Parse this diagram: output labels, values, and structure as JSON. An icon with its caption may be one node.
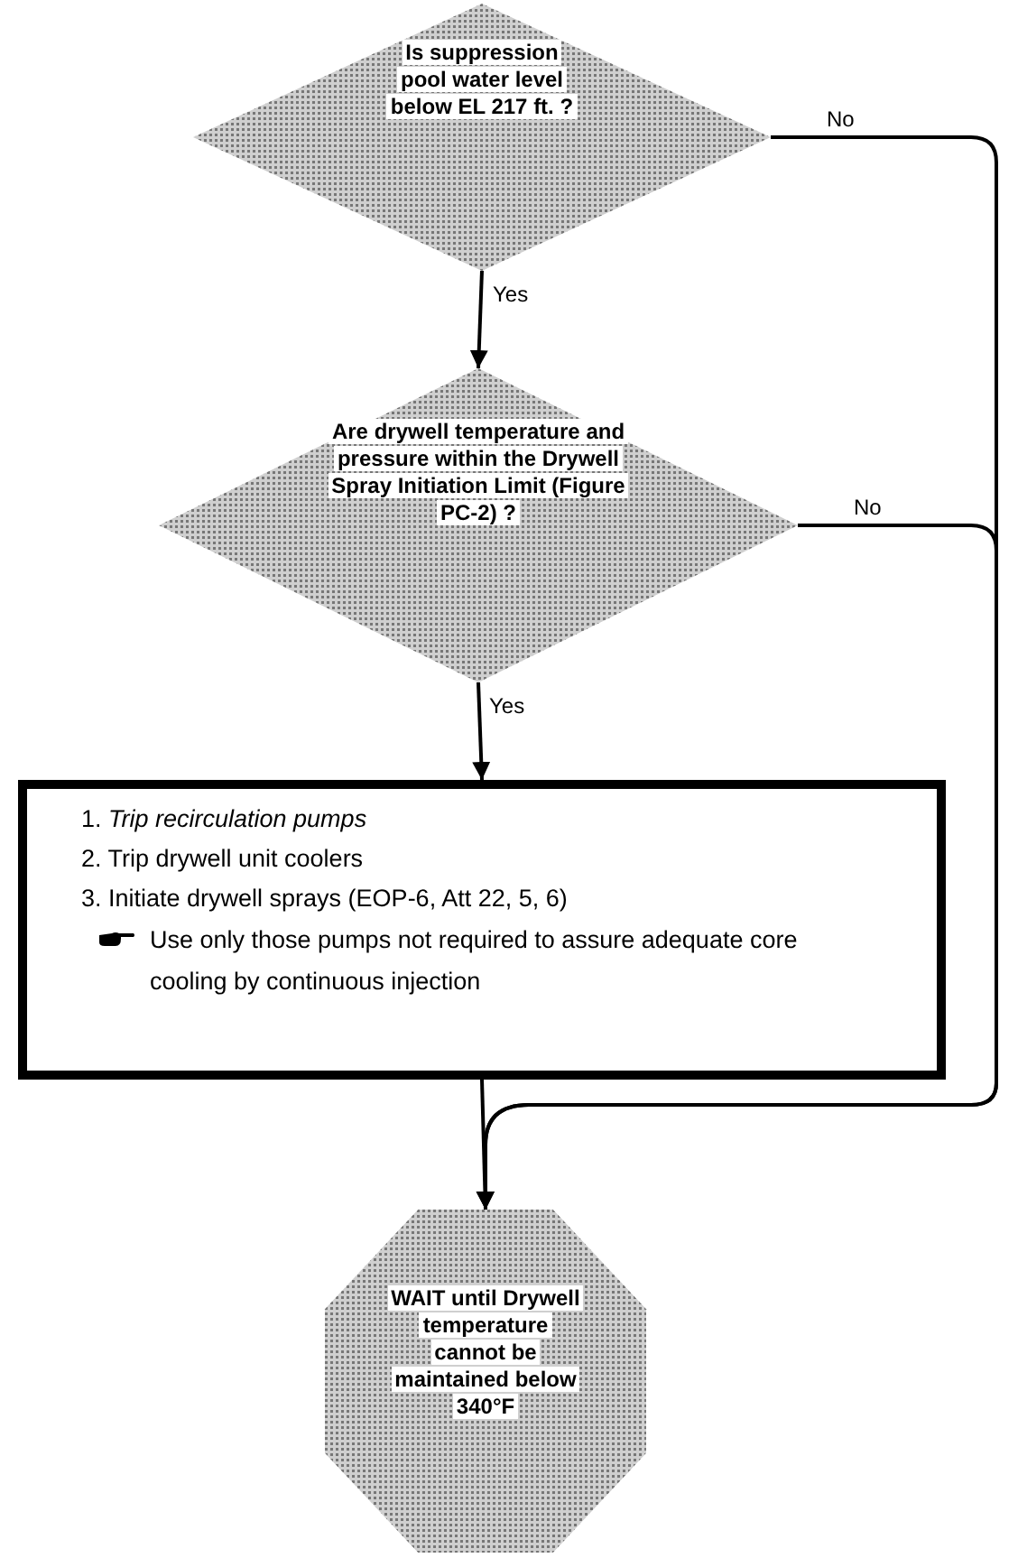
{
  "diagram": {
    "nodes": [
      {
        "text": [
          "Is suppression pool water level below EL 217 ft. ?"
        ]
      },
      {
        "text": [
          "Are drywell temperature and pressure within the Drywell Spray Initiation Limit (Figure PC-2) ?"
        ]
      },
      {
        "text": [
          "1. *Trip recirculation pumps*",
          "2. Trip drywell unit coolers",
          "3. Initiate drywell sprays (EOP-6, Att 22, 5, 6)",
          "Use only those pumps not required to assure adequate core cooling by continuous injection"
        ]
      },
      {
        "text": [
          "WAIT until Drywell temperature cannot be maintained below 340°F"
        ]
      }
    ],
    "edges": [
      {
        "from": 0,
        "to": 1,
        "arrow": "to",
        "label": "Yes"
      },
      {
        "from": 1,
        "to": 2,
        "arrow": "to",
        "label": "Yes"
      },
      {
        "from": 2,
        "to": 3,
        "arrow": "to"
      },
      {
        "from": 0,
        "to": 3,
        "arrow": "to",
        "label": "No"
      },
      {
        "from": 1,
        "to": 3,
        "arrow": "to",
        "label": "No"
      }
    ]
  }
}
